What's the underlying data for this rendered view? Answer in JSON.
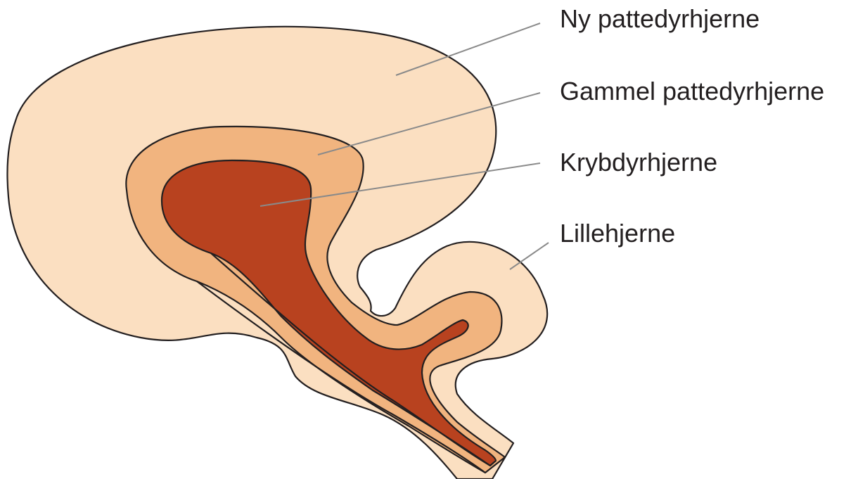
{
  "diagram": {
    "colors": {
      "new_mammal": "#fbdfc1",
      "old_mammal": "#f1b47f",
      "reptile": "#b8421f",
      "outline": "#231f20",
      "leader_line": "#8a8a8a"
    },
    "labels": [
      {
        "id": "new-mammal",
        "text": "Ny pattedyrhjerne"
      },
      {
        "id": "old-mammal",
        "text": "Gammel pattedyrhjerne"
      },
      {
        "id": "reptile",
        "text": "Krybdyrhjerne"
      },
      {
        "id": "cerebellum",
        "text": "Lillehjerne"
      }
    ]
  }
}
